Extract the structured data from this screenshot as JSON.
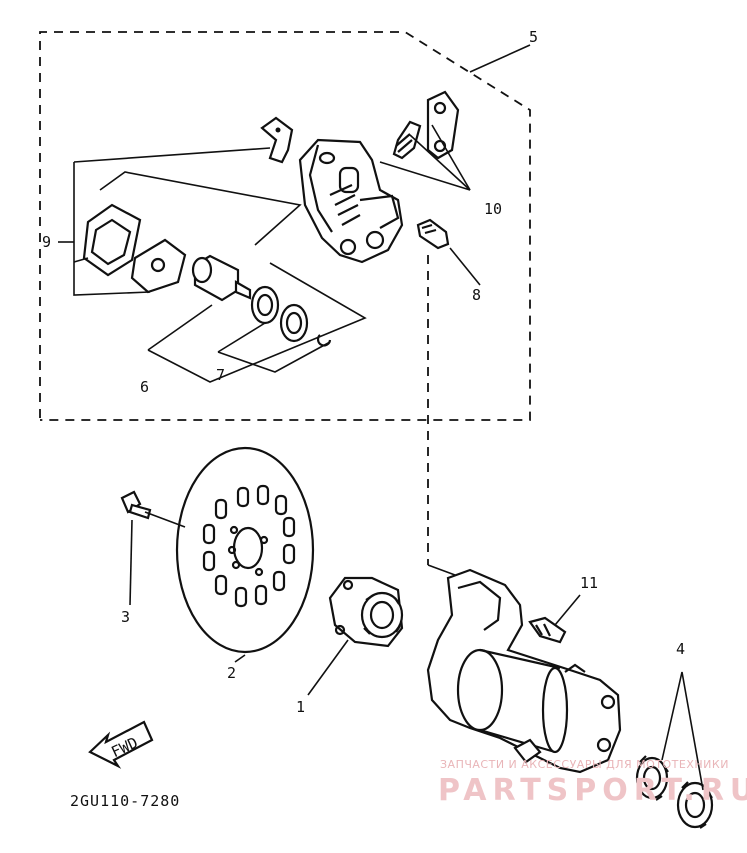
{
  "labels": {
    "p1": "1",
    "p2": "2",
    "p3": "3",
    "p4": "4",
    "p5": "5",
    "p6": "6",
    "p7": "7",
    "p8": "8",
    "p9": "9",
    "p10": "10",
    "p11": "11"
  },
  "fwd_label": "FWD",
  "drawing_code": "2GU110-7280",
  "watermark": {
    "tagline": "ЗАПЧАСТИ И АКСЕССУАРЫ ДЛЯ МОТОТЕХНИКИ",
    "brand": "PARTSPORT.RU"
  },
  "colors": {
    "line": "#111111",
    "watermark": "#e9b5b8"
  }
}
